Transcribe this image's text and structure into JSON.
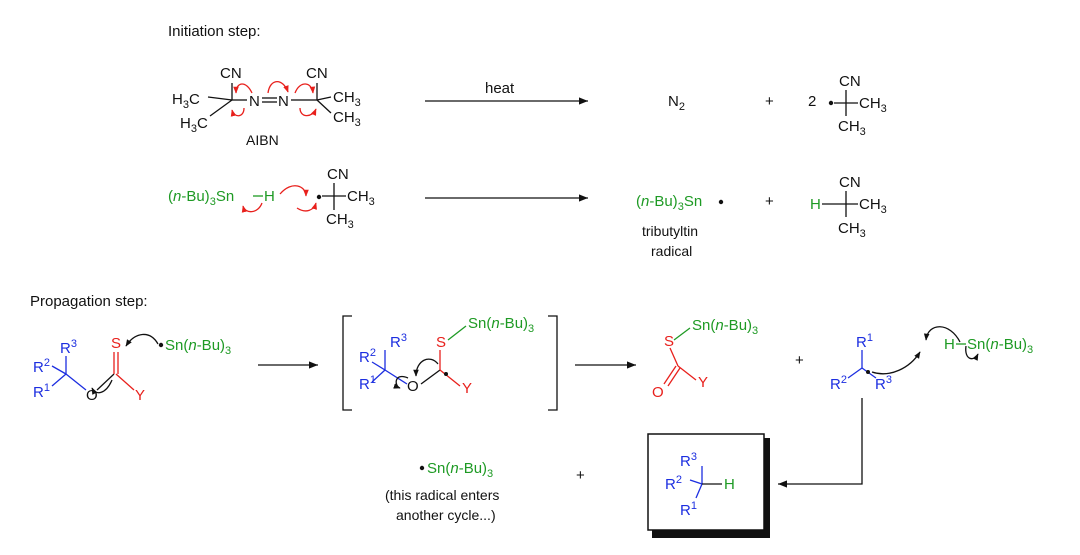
{
  "colors": {
    "black": "#111111",
    "red": "#e8201c",
    "green": "#1e9a24",
    "blue": "#1c2ee0"
  },
  "initiation": {
    "title": "Initiation step:",
    "aibn": {
      "cn": "CN",
      "h3c": "H",
      "ch3": "CH",
      "three": "3",
      "n": "N",
      "label": "AIBN"
    },
    "heat": "heat",
    "n2": {
      "n": "N",
      "sub": "2"
    },
    "plus": "+",
    "coef": "2",
    "tributyltin_label_1": "tributyltin",
    "tributyltin_label_2": "radical",
    "h": "H"
  },
  "propagation": {
    "title": "Propagation step:",
    "r": "R",
    "sup1": "1",
    "sup2": "2",
    "sup3": "3",
    "s": "S",
    "o": "O",
    "y": "Y",
    "sn_group": {
      "pre": "Sn(",
      "n": "n",
      "post": "-Bu)",
      "sub": "3"
    },
    "h": "H",
    "plus": "+",
    "note_1": "(this radical enters",
    "note_2": "another cycle...)"
  },
  "tin": {
    "pre": "(",
    "n": "n",
    "post": "-Bu)",
    "sub": "3",
    "sn": "Sn"
  }
}
